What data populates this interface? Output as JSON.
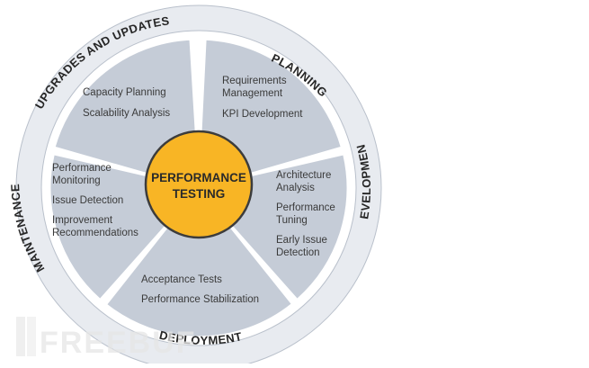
{
  "center": {
    "line1": "PERFORMANCE",
    "line2": "TESTING"
  },
  "phases": [
    {
      "name": "PLANNING",
      "items": [
        [
          "Requirements",
          "Management"
        ],
        [
          "KPI Development"
        ]
      ]
    },
    {
      "name": "DEVELOPMENT",
      "items": [
        [
          "Architecture",
          "Analysis"
        ],
        [
          "Performance",
          "Tuning"
        ],
        [
          "Early Issue",
          "Detection"
        ]
      ]
    },
    {
      "name": "DEPLOYMENT",
      "items": [
        [
          "Acceptance Tests"
        ],
        [
          "Performance Stabilization"
        ]
      ]
    },
    {
      "name": "MAINTENANCE",
      "items": [
        [
          "Performance",
          "Monitoring"
        ],
        [
          "Issue Detection"
        ],
        [
          "Improvement",
          "Recommendations"
        ]
      ]
    },
    {
      "name": "UPGRADES AND UPDATES",
      "items": [
        [
          "Capacity Planning"
        ],
        [
          "Scalability Analysis"
        ]
      ]
    }
  ],
  "watermark": "FREEBUF",
  "colors": {
    "segment": "#c5ccd7",
    "ring": "#e8ebf0",
    "ring_edge": "#b9c0cb",
    "center_fill": "#f8b525",
    "center_edge": "#3c3c3c"
  }
}
